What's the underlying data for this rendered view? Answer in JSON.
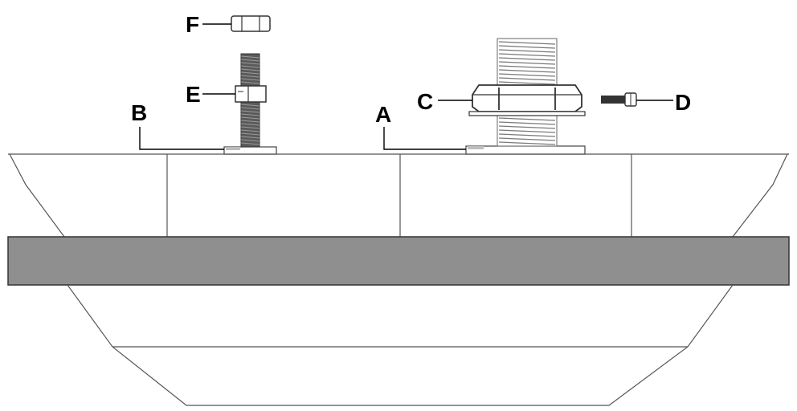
{
  "labels": {
    "A": "A",
    "B": "B",
    "C": "C",
    "D": "D",
    "E": "E",
    "F": "F"
  },
  "colors": {
    "panel": "#8f8f8f",
    "panel_stroke": "#333333",
    "outline": "#555555",
    "thread": "#777777",
    "stud": "#5a5a5a",
    "line": "#000000"
  }
}
